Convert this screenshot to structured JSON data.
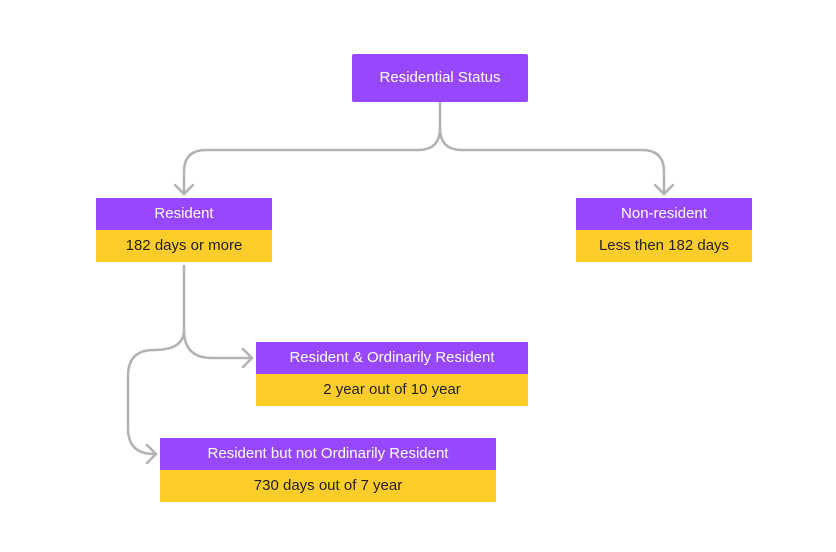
{
  "colors": {
    "header": "#9747ff",
    "detail": "#ffcd29",
    "connector": "#b3b3b3"
  },
  "nodes": {
    "root": {
      "label": "Residential Status"
    },
    "resident": {
      "label": "Resident",
      "detail": "182 days or more"
    },
    "non_resident": {
      "label": "Non-resident",
      "detail": "Less then 182 days"
    },
    "ordinarily_resident": {
      "label": "Resident & Ordinarily Resident",
      "detail": "2 year out of 10 year"
    },
    "not_ordinarily_resident": {
      "label": "Resident but not Ordinarily Resident",
      "detail": "730 days out of 7 year"
    }
  },
  "edges": [
    {
      "from": "root",
      "to": "resident"
    },
    {
      "from": "root",
      "to": "non_resident"
    },
    {
      "from": "resident",
      "to": "ordinarily_resident"
    },
    {
      "from": "resident",
      "to": "not_ordinarily_resident"
    }
  ]
}
